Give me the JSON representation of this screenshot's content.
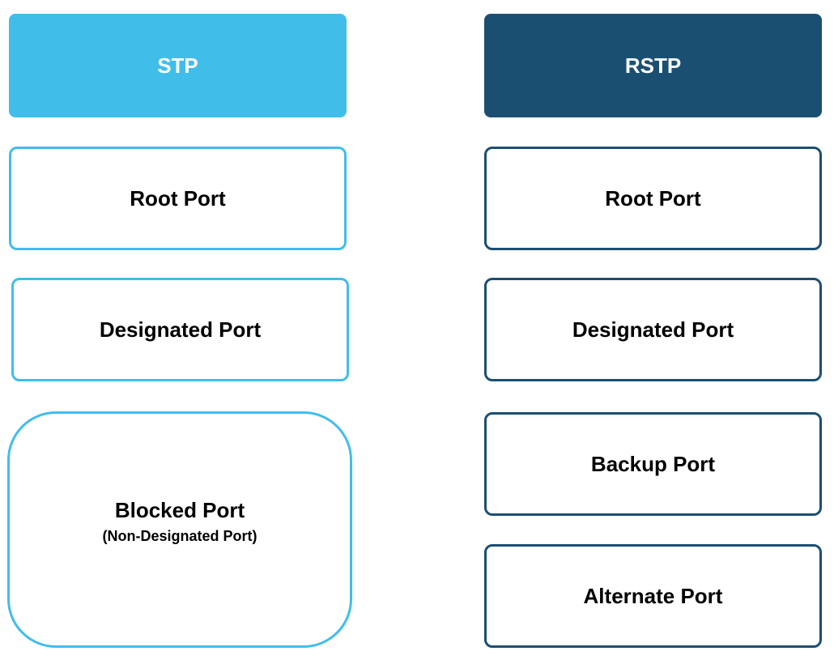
{
  "colors": {
    "stp": "#41BDEA",
    "rstp": "#1B4F72"
  },
  "stp": {
    "title": "STP",
    "ports": [
      {
        "label": "Root Port"
      },
      {
        "label": "Designated Port"
      },
      {
        "label": "Blocked Port",
        "sublabel": "(Non-Designated Port)"
      }
    ]
  },
  "rstp": {
    "title": "RSTP",
    "ports": [
      {
        "label": "Root Port"
      },
      {
        "label": "Designated Port"
      },
      {
        "label": "Backup Port"
      },
      {
        "label": "Alternate Port"
      }
    ]
  }
}
